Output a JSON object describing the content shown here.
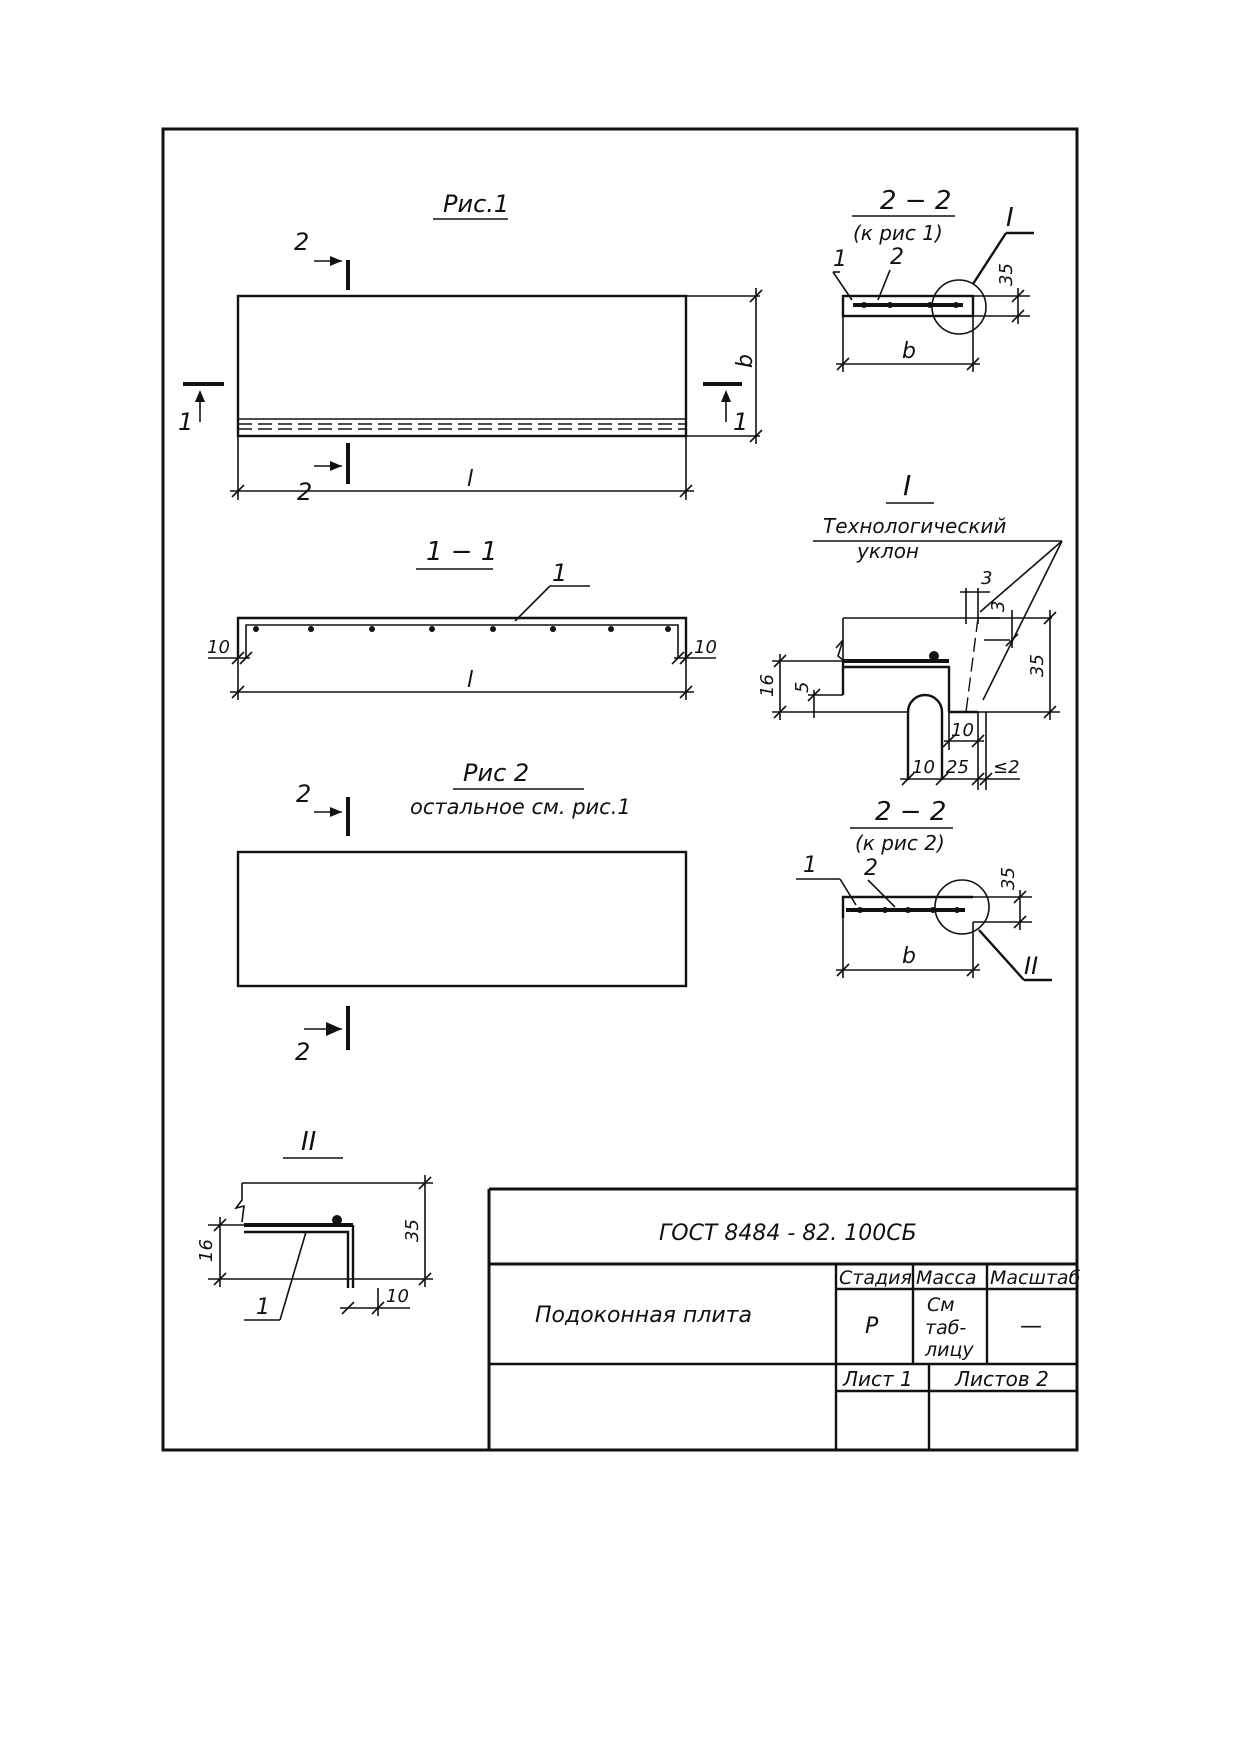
{
  "fig1": {
    "title": "Рис.1",
    "cut_2": "2",
    "cut_1": "1",
    "dim_b": "b",
    "dim_l": "l"
  },
  "sec11": {
    "title": "1 − 1",
    "callout": "1",
    "dim_left": "10",
    "dim_right": "10",
    "dim_l": "l"
  },
  "fig2": {
    "title": "Рис 2",
    "note": "остальное  см. рис.1",
    "cut_2": "2"
  },
  "sec22a": {
    "title": "2 − 2",
    "subtitle": "(к рис 1)",
    "label_1": "1",
    "label_2": "2",
    "detail": "I",
    "dim_35": "35",
    "dim_b": "b"
  },
  "detailI": {
    "title": "I",
    "note_line1": "Технологический",
    "note_line2": "уклон",
    "dim_3a": "3",
    "dim_3b": "3",
    "dim_35": "35",
    "dim_16": "16",
    "dim_5": "5",
    "dim_10a": "10",
    "dim_10b": "10",
    "dim_25": "25",
    "dim_le2": "≤2"
  },
  "sec22b": {
    "title": "2 − 2",
    "subtitle": "(к рис 2)",
    "label_1": "1",
    "label_2": "2",
    "detail": "II",
    "dim_35": "35",
    "dim_b": "b"
  },
  "detailII": {
    "title": "II",
    "dim_35": "35",
    "dim_16": "16",
    "dim_10": "10",
    "label_1": "1"
  },
  "titleblock": {
    "doc_code": "ГОСТ  8484 - 82. 100СБ",
    "name": "Подоконная    плита",
    "stage_header": "Стадия",
    "mass_header": "Масса",
    "scale_header": "Масштаб",
    "stage_value": "Р",
    "mass_line1": "См",
    "mass_line2": "таб-",
    "mass_line3": "лицу",
    "scale_value": "—",
    "sheet": "Лист 1",
    "sheets": "Листов 2"
  }
}
